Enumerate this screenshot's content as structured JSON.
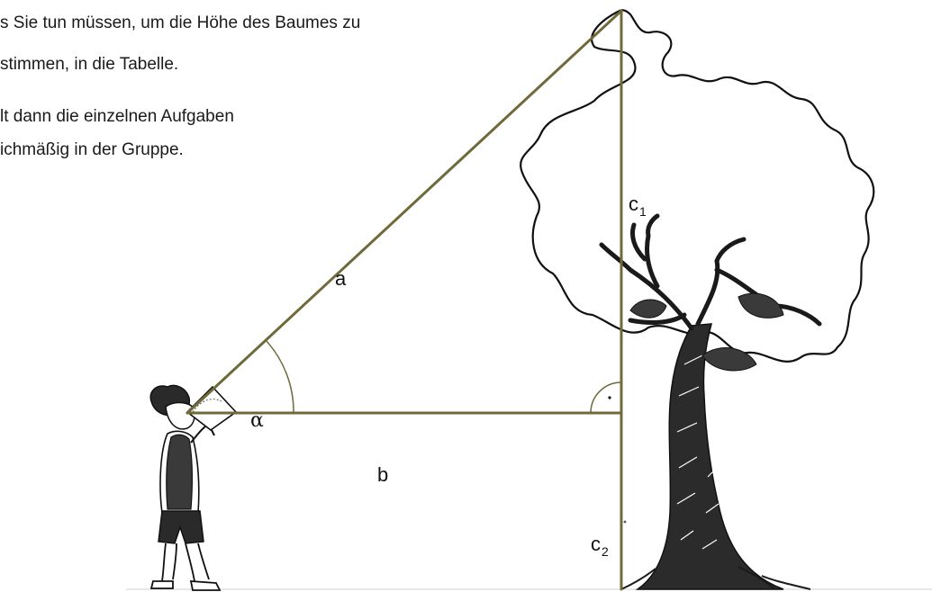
{
  "instructions": {
    "line1": "s Sie tun müssen, um die Höhe des Baumes zu",
    "line2": "stimmen, in die Tabelle.",
    "line3": "lt dann die einzelnen Aufgaben",
    "line4": "ichmäßig in der Gruppe."
  },
  "labels": {
    "a": "a",
    "b": "b",
    "alpha": "α",
    "c1_letter": "c",
    "c1_sub": "1",
    "c2_letter": "c",
    "c2_sub": "2"
  },
  "colors": {
    "triangle_line": "#6e6a3a",
    "ink": "#111111",
    "right_angle_mark": "#6e6a3a"
  },
  "icons": {
    "tree": "oak-tree-illustration",
    "person": "boy-with-protractor-illustration"
  }
}
